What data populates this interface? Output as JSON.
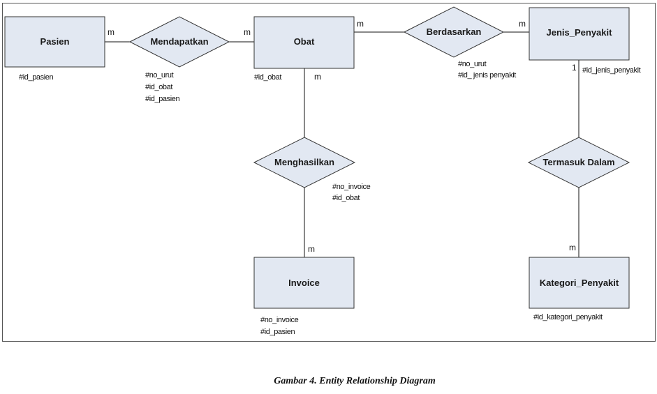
{
  "entities": {
    "pasien": {
      "label": "Pasien",
      "attrs": [
        "#id_pasien"
      ]
    },
    "obat": {
      "label": "Obat",
      "attrs": [
        "#id_obat"
      ]
    },
    "jenis_penyakit": {
      "label": "Jenis_Penyakit",
      "attrs": [
        "#id_jenis_penyakit"
      ]
    },
    "invoice": {
      "label": "Invoice",
      "attrs": [
        "#no_invoice",
        "#id_pasien"
      ]
    },
    "kategori_penyakit": {
      "label": "Kategori_Penyakit",
      "attrs": [
        "#id_kategori_penyakit"
      ]
    }
  },
  "relationships": {
    "mendapatkan": {
      "label": "Mendapatkan",
      "attrs": [
        "#no_urut",
        "#id_obat",
        "#id_pasien"
      ]
    },
    "berdasarkan": {
      "label": "Berdasarkan",
      "attrs": [
        "#no_urut",
        "#id_ jenis penyakit"
      ]
    },
    "menghasilkan": {
      "label": "Menghasilkan",
      "attrs": [
        "#no_invoice",
        "#id_obat"
      ]
    },
    "termasuk_dalam": {
      "label": "Termasuk Dalam",
      "attrs": []
    }
  },
  "cardinalities": {
    "pasien_mendapatkan": "m",
    "mendapatkan_obat": "m",
    "obat_berdasarkan": "m",
    "berdasarkan_jenis": "m",
    "obat_menghasilkan": "m",
    "menghasilkan_invoice": "m",
    "jenis_termasuk": "1",
    "termasuk_kategori": "m"
  },
  "caption": "Gambar 4. Entity Relationship Diagram"
}
